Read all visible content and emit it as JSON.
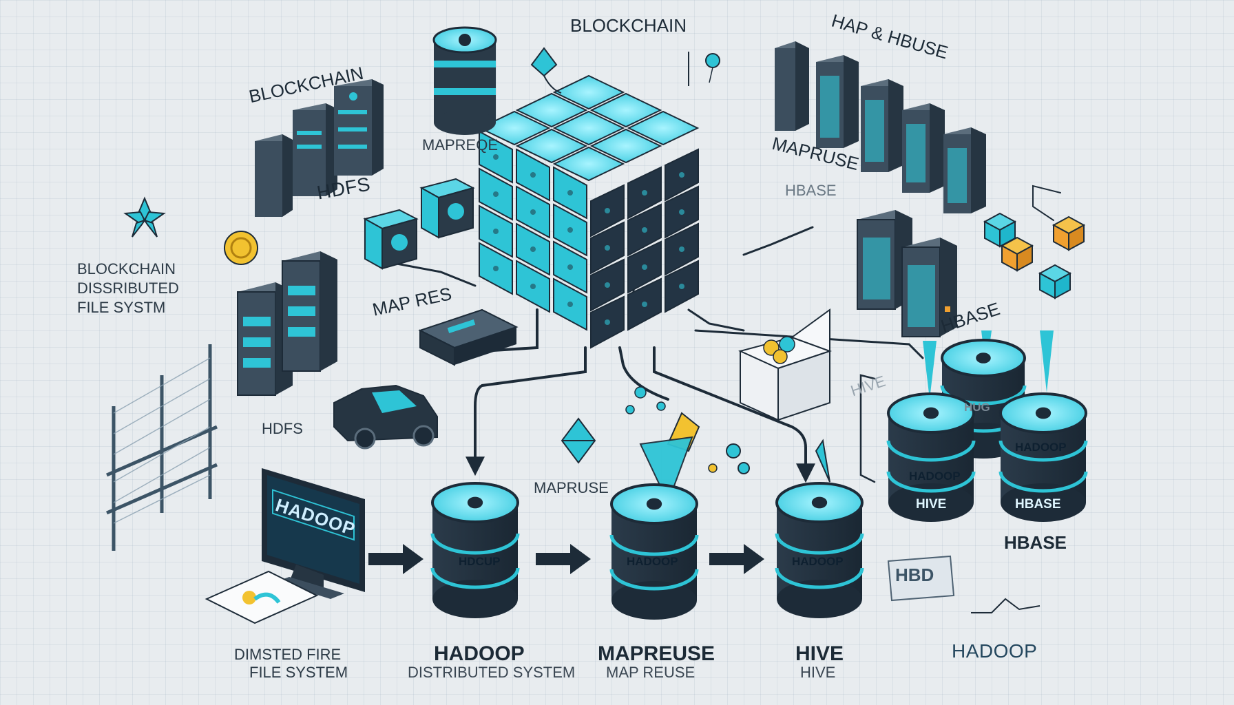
{
  "labels": {
    "blockchain_top": "BLOCKCHAIN",
    "blockchain_left": "BLOCKCHAIN",
    "hap_hbuse": "HAP & HBUSE",
    "mapreuse_right": "MAPRUSE",
    "hbase_small": "HBASE",
    "mapreqe": "MAPREQE",
    "hdfs_top": "HDFS",
    "bdfs_1": "BLOCKCHAIN",
    "bdfs_2": "DISSRIBUTED",
    "bdfs_3": "FILE SYSTM",
    "map_res": "MAP RES",
    "hdfs_mid": "HDFS",
    "mapruse_center": "MAPRUSE",
    "hbase_right": "HBASE",
    "hbase_pile": "HBASE",
    "hadoop_right": "HADOOP",
    "hbg_badge": "HBD",
    "hive_faint": "HIVE",
    "monitor_text": "HADOOP"
  },
  "cylinders": {
    "c1": "HDCUP",
    "c2": "HADOOP",
    "c3": "HADOOP",
    "r1_top": "HADOOP",
    "r1_bottom": "HIVE",
    "r2_top": "HADOOP",
    "r2_bottom": "HBASE",
    "back_label": "HUG"
  },
  "captions": [
    {
      "title": "DIMSTED FIRE",
      "sub": "FILE SYSTEM"
    },
    {
      "title": "HADOOP",
      "sub": "DISTRIBUTED SYSTEM"
    },
    {
      "title": "MAPREUSE",
      "sub": "MAP REUSE"
    },
    {
      "title": "HIVE",
      "sub": "HIVE"
    }
  ],
  "colors": {
    "accent": "#2ec4d6",
    "dark": "#1d2b38",
    "yellow": "#f2c230",
    "orange": "#f0a030",
    "background": "#e8ecef"
  }
}
